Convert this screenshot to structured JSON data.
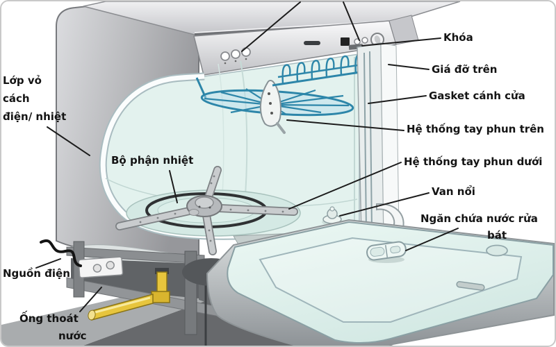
{
  "labels": {
    "khoa": "Khóa",
    "gia_do_tren": "Giá đỡ trên",
    "gasket_canh_cua": "Gasket cánh cửa",
    "he_thong_tay_phun_tren": "Hệ thống tay phun trên",
    "he_thong_tay_phun_duoi": "Hệ thống tay phun dưới",
    "van_noi": "Van nổi",
    "ngan_chua_line1": "Ngăn chứa nước rửa",
    "ngan_chua_line2": "bát",
    "bo_phan_nhiet": "Bộ phận nhiệt",
    "lop_vo_line1": "Lớp vỏ",
    "lop_vo_line2": "cách",
    "lop_vo_line3": "điện/ nhiệt",
    "nguon_dien": "Nguồn điện",
    "ong_thoat_line1": "Ống thoát",
    "ong_thoat_line2": "nước"
  },
  "colors": {
    "label_text": "#141414",
    "leader_line": "#1c1c1c",
    "cabinet_gray": "#b7b8bb",
    "tub_interior": "#e3f2ee",
    "rack_blue": "#2d86a9",
    "heating_ring": "#2f3133",
    "drain_pipe_yellow": "#e7c53d",
    "door_inner": "#def0ec"
  }
}
